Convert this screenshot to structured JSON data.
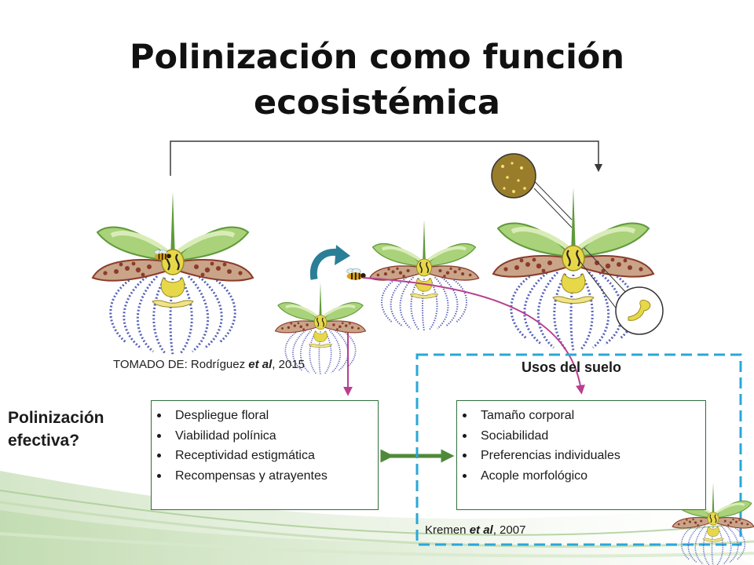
{
  "slide": {
    "title_line1": "Polinización como función",
    "title_line2": "ecosistémica",
    "credit_prefix": "TOMADO DE: Rodríguez ",
    "credit_etal": "et al",
    "credit_suffix": ", 2015",
    "question_line1": "Polinización",
    "question_line2": "efectiva?",
    "plant_traits": [
      "Despliegue floral",
      "Viabilidad polínica",
      "Receptividad estigmática",
      "Recompensas  y atrayentes"
    ],
    "land_use_title": "Usos del suelo",
    "pollinator_traits": [
      "Tamaño corporal",
      "Sociabilidad",
      "Preferencias individuales",
      "Acople morfológico"
    ],
    "ref_prefix": "Kremen ",
    "ref_etal": "et al",
    "ref_suffix": ", 2007"
  },
  "colors": {
    "box_border": "#2f6f3e",
    "dashed_frame": "#2aa7d8",
    "magenta_arrow": "#b83e8f",
    "double_arrow": "#4f8a3a",
    "teal_arrow": "#2a7f96",
    "leaf_green": "#8cc45a",
    "petal_brown": "#8b3b2a",
    "labellum_blue": "#5560b8",
    "column_yellow": "#e7d84a",
    "pollen_ball": "#9a7d2a"
  },
  "icons": {
    "orchid": "orchid-flower-icon",
    "bee": "bee-icon",
    "pollen": "pollen-grains-icon",
    "stigma": "stigma-detail-icon",
    "curved_arrow": "curved-arrow-icon"
  }
}
